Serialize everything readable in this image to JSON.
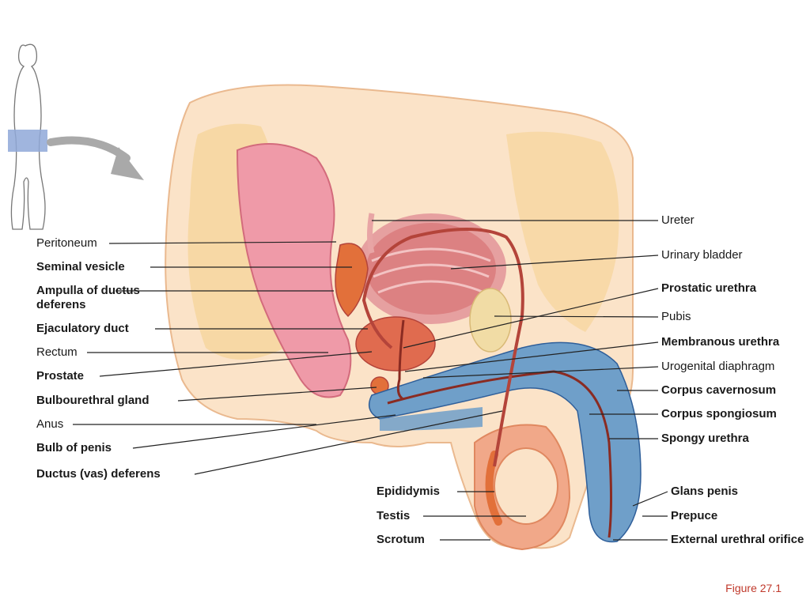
{
  "figure": {
    "caption": "Figure 27.1"
  },
  "labels_left": [
    {
      "id": "peritoneum",
      "text": "Peritoneum",
      "bold": false
    },
    {
      "id": "seminal-vesicle",
      "text": "Seminal vesicle",
      "bold": true
    },
    {
      "id": "ampulla",
      "text": "Ampulla of ductus deferens",
      "bold": true
    },
    {
      "id": "ejaculatory-duct",
      "text": "Ejaculatory duct",
      "bold": true
    },
    {
      "id": "rectum",
      "text": "Rectum",
      "bold": false
    },
    {
      "id": "prostate",
      "text": "Prostate",
      "bold": true
    },
    {
      "id": "bulbourethral-gland",
      "text": "Bulbourethral gland",
      "bold": true
    },
    {
      "id": "anus",
      "text": "Anus",
      "bold": false
    },
    {
      "id": "bulb-of-penis",
      "text": "Bulb of penis",
      "bold": true
    },
    {
      "id": "ductus-deferens",
      "text": "Ductus (vas) deferens",
      "bold": true
    }
  ],
  "labels_right": [
    {
      "id": "ureter",
      "text": "Ureter",
      "bold": false
    },
    {
      "id": "urinary-bladder",
      "text": "Urinary bladder",
      "bold": false
    },
    {
      "id": "prostatic-urethra",
      "text": "Prostatic urethra",
      "bold": true
    },
    {
      "id": "pubis",
      "text": "Pubis",
      "bold": false
    },
    {
      "id": "membranous-urethra",
      "text": "Membranous urethra",
      "bold": true
    },
    {
      "id": "urogenital-diaphragm",
      "text": "Urogenital diaphragm",
      "bold": false
    },
    {
      "id": "corpus-cavernosum",
      "text": "Corpus cavernosum",
      "bold": true
    },
    {
      "id": "corpus-spongiosum",
      "text": "Corpus spongiosum",
      "bold": true
    },
    {
      "id": "spongy-urethra",
      "text": "Spongy urethra",
      "bold": true
    }
  ],
  "labels_bottom": [
    {
      "id": "epididymis",
      "text": "Epididymis",
      "bold": true
    },
    {
      "id": "testis",
      "text": "Testis",
      "bold": true
    },
    {
      "id": "scrotum",
      "text": "Scrotum",
      "bold": true
    },
    {
      "id": "glans-penis",
      "text": "Glans penis",
      "bold": true
    },
    {
      "id": "prepuce",
      "text": "Prepuce",
      "bold": true
    },
    {
      "id": "external-urethral-orifice",
      "text": "External urethral orifice",
      "bold": true
    }
  ],
  "colors": {
    "skin": "#fbe3c8",
    "skin_edge": "#eab98f",
    "fat": "#f6d49a",
    "muscle": "#e3858a",
    "rectum": "#ef9aa8",
    "bladder": "#d97b7d",
    "gland": "#e2703a",
    "spongy": "#6f9fc9",
    "spongy_dot": "#2f5f9a",
    "duct": "#b4443a",
    "region_box": "#8fa8d8",
    "arrow": "#a9a9a9",
    "leader": "#222222",
    "caption": "#c0392b"
  }
}
